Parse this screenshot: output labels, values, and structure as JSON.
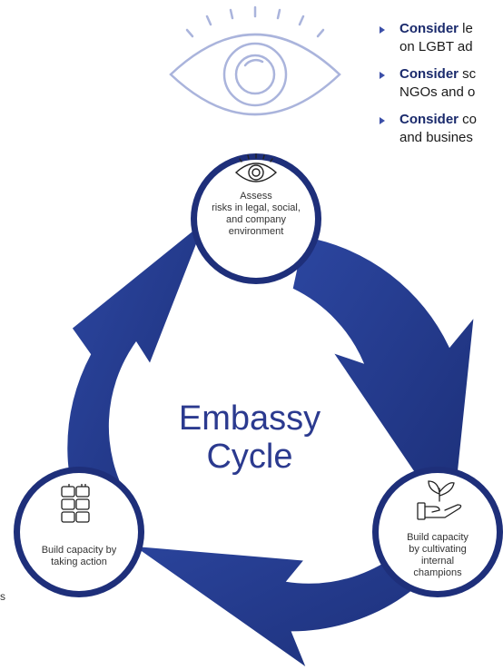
{
  "bullets": [
    {
      "bold": "Consider",
      "line1": " le",
      "line2": "on LGBT ad"
    },
    {
      "bold": "Consider",
      "line1": " sc",
      "line2": "NGOs and o"
    },
    {
      "bold": "Consider",
      "line1": " co",
      "line2": "and busines"
    }
  ],
  "center": {
    "line1": "Embassy",
    "line2": "Cycle"
  },
  "nodes": {
    "top": {
      "lines": [
        "Assess",
        "risks in legal, social,",
        "and company",
        "environment"
      ],
      "icon": "eye-icon"
    },
    "left": {
      "lines": [
        "Build capacity by",
        "taking action"
      ],
      "icon": "hands-together-icon"
    },
    "right": {
      "lines": [
        "Build capacity",
        "by cultivating",
        "internal",
        "champions"
      ],
      "icon": "plant-in-hand-icon"
    }
  },
  "left_edge_text": "s",
  "colors": {
    "ring": "#243a8a",
    "accent": "#3b4fa8",
    "node_border": "#1e2f7a",
    "title": "#2b3a8f",
    "icon_light": "#aab4dc"
  }
}
